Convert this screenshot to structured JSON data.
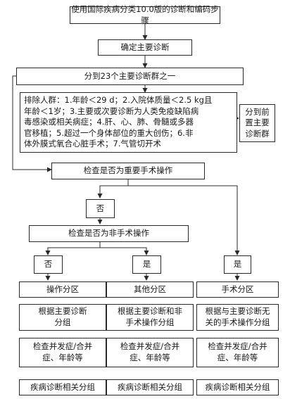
{
  "steps": {
    "title": "使用国际疾病分类10.0版的诊断和编码步骤",
    "main_dx": "确定主要诊断",
    "mdc": "分到23个主要诊断群之一",
    "exclude": "排除人群：1.年龄＜29 d；2.入院体质量＜2.5 kg且\n年龄＜1岁；3.主要或次要诊断为人类免疫缺陷病\n毒感染或相关病症；4.肝、心、肺、骨髓或多器\n官移植；5.超过一个身体部位的重大创伤；6.非\n体外膜式氧合心脏手术；7.气管切开术",
    "pre_mdc": "分到前\n置主要\n诊断群",
    "check_major_op": "检查是否为重要手术操作",
    "no1": "否",
    "check_non_op": "检查是否为非手术操作",
    "no2": "否",
    "yes1": "是",
    "yes2": "是",
    "col1": [
      "操作分区",
      "根据主要诊断\n分组",
      "检查并发症/合并\n症、年龄等",
      "疾病诊断相关分组"
    ],
    "col2": [
      "其他分区",
      "根据主要诊断和非\n手术操作分组",
      "检查并发症/合并\n症、年龄等",
      "疾病诊断相关分组"
    ],
    "col3": [
      "手术分区",
      "根据与主要诊断无\n关的手术操作分组",
      "检查并发症/合并\n症、年龄等",
      "疾病诊断相关分组"
    ]
  }
}
